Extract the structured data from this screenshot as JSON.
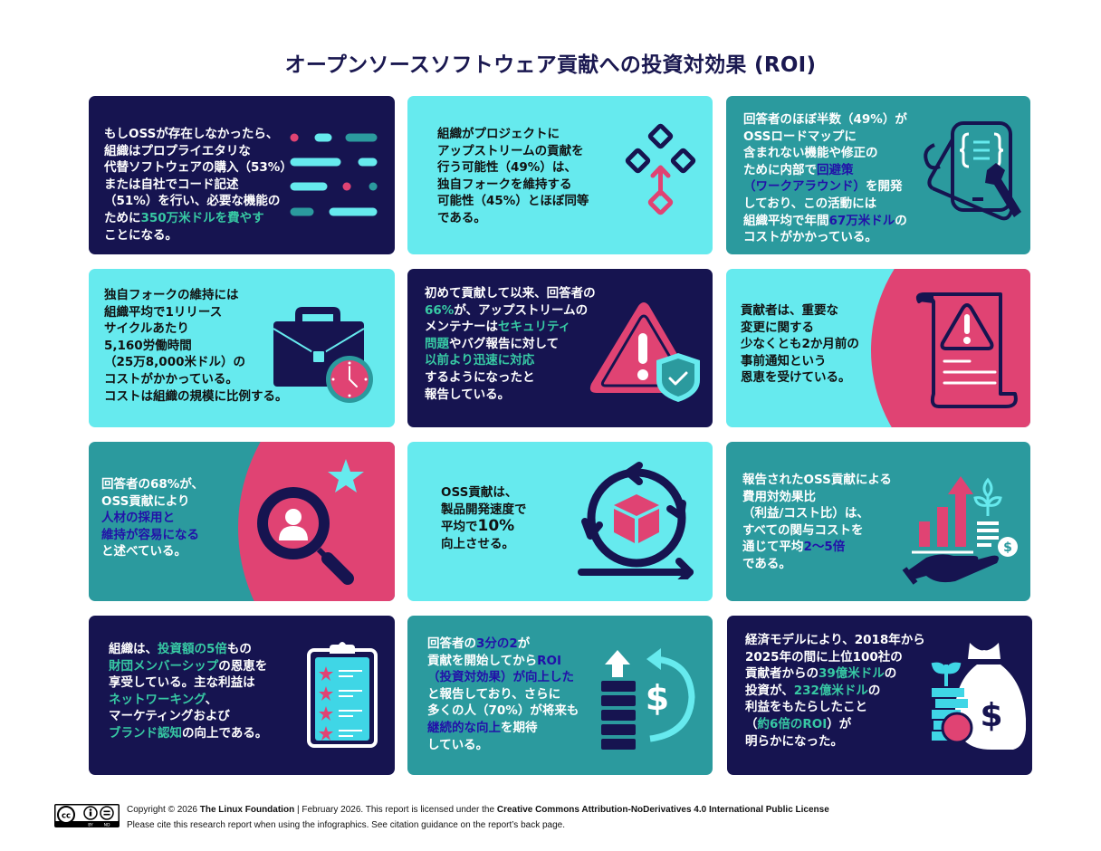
{
  "title": "オープンソースソフトウェア貢献への投資対効果 (ROI)",
  "colors": {
    "navy": "#161450",
    "cyan": "#66eaee",
    "teal": "#2b9a9e",
    "pink": "#e04373",
    "green_highlight": "#37c9a4",
    "blue_highlight": "#2211a8"
  },
  "cards": [
    {
      "id": "proprietary-alternative",
      "bg": "navy",
      "icon": "code-dashes-icon",
      "lines": [
        [
          {
            "t": "もしOSSが存在しなかったら、"
          }
        ],
        [
          {
            "t": "組織はプロプライエタリな"
          }
        ],
        [
          {
            "t": "代替ソフトウェアの購入（53%）"
          }
        ],
        [
          {
            "t": "または自社でコード記述"
          }
        ],
        [
          {
            "t": "（51%）を行い、必要な機能の"
          }
        ],
        [
          {
            "t": "ために"
          },
          {
            "t": "350万米ドルを費やす",
            "hl": "green"
          }
        ],
        [
          {
            "t": "ことになる。"
          }
        ]
      ]
    },
    {
      "id": "upstream-vs-fork",
      "bg": "cyan",
      "icon": "upstream-diamonds-icon",
      "lines": [
        [
          {
            "t": "組織がプロジェクトに"
          }
        ],
        [
          {
            "t": "アップストリームの貢献を"
          }
        ],
        [
          {
            "t": "行う可能性（49%）は、"
          }
        ],
        [
          {
            "t": "独自フォークを維持する"
          }
        ],
        [
          {
            "t": "可能性（45%）とほぼ同等"
          }
        ],
        [
          {
            "t": "である。"
          }
        ]
      ]
    },
    {
      "id": "internal-workarounds",
      "bg": "teal",
      "icon": "tablet-wrench-icon",
      "lines": [
        [
          {
            "t": "回答者のほぼ半数（49%）が"
          }
        ],
        [
          {
            "t": "OSSロードマップに"
          }
        ],
        [
          {
            "t": "含まれない機能や修正の"
          }
        ],
        [
          {
            "t": "ために内部で"
          },
          {
            "t": "回避策",
            "hl": "blue"
          }
        ],
        [
          {
            "t": "（ワークアラウンド）",
            "hl": "blue"
          },
          {
            "t": "を開発"
          }
        ],
        [
          {
            "t": "しており、この活動には"
          }
        ],
        [
          {
            "t": "組織平均で年間"
          },
          {
            "t": "67万米ドル",
            "hl": "blue"
          },
          {
            "t": "の"
          }
        ],
        [
          {
            "t": "コストがかかっている。"
          }
        ]
      ]
    },
    {
      "id": "fork-maintenance-cost",
      "bg": "cyan",
      "icon": "briefcase-clock-icon",
      "lines": [
        [
          {
            "t": "独自フォークの維持には"
          }
        ],
        [
          {
            "t": "組織平均で1リリース"
          }
        ],
        [
          {
            "t": "サイクルあたり"
          }
        ],
        [
          {
            "t": "5,160労働時間"
          }
        ],
        [
          {
            "t": "（25万8,000米ドル）の"
          }
        ],
        [
          {
            "t": "コストがかかっている。"
          }
        ],
        [
          {
            "t": "コストは組織の規模に比例する。"
          }
        ]
      ]
    },
    {
      "id": "security-response",
      "bg": "navy",
      "icon": "warning-shield-icon",
      "lines": [
        [
          {
            "t": "初めて貢献して以来、回答者の"
          }
        ],
        [
          {
            "t": "66%",
            "hl": "green"
          },
          {
            "t": "が、アップストリームの"
          }
        ],
        [
          {
            "t": "メンテナーは"
          },
          {
            "t": "セキュリティ",
            "hl": "green"
          }
        ],
        [
          {
            "t": "問題",
            "hl": "green"
          },
          {
            "t": "やバグ報告に対して"
          }
        ],
        [
          {
            "t": "以前より迅速に対応",
            "hl": "green"
          }
        ],
        [
          {
            "t": "するようになったと"
          }
        ],
        [
          {
            "t": "報告している。"
          }
        ]
      ]
    },
    {
      "id": "advance-notice",
      "bg": "cyan",
      "icon": "warning-document-icon",
      "lines": [
        [
          {
            "t": "貢献者は、重要な"
          }
        ],
        [
          {
            "t": "変更に関する"
          }
        ],
        [
          {
            "t": "少なくとも2か月前の"
          }
        ],
        [
          {
            "t": "事前通知という"
          }
        ],
        [
          {
            "t": "恩恵を受けている。"
          }
        ]
      ]
    },
    {
      "id": "talent-hiring",
      "bg": "teal",
      "icon": "magnifier-person-icon",
      "lines": [
        [
          {
            "t": "回答者の68%が、"
          }
        ],
        [
          {
            "t": "OSS貢献により"
          }
        ],
        [
          {
            "t": "人材の採用と",
            "hl": "blue"
          }
        ],
        [
          {
            "t": "維持が容易になる",
            "hl": "blue"
          }
        ],
        [
          {
            "t": "と述べている。"
          }
        ]
      ]
    },
    {
      "id": "dev-velocity",
      "bg": "cyan",
      "icon": "cycle-cube-icon",
      "lines": [
        [
          {
            "t": "OSS貢献は、"
          }
        ],
        [
          {
            "t": "製品開発速度で"
          }
        ],
        [
          {
            "t": "平均で"
          },
          {
            "t": "10%",
            "big": true
          }
        ],
        [
          {
            "t": "向上させる。"
          }
        ]
      ]
    },
    {
      "id": "benefit-cost-ratio",
      "bg": "teal",
      "icon": "hand-growth-chart-icon",
      "lines": [
        [
          {
            "t": "報告されたOSS貢献による"
          }
        ],
        [
          {
            "t": "費用対効果比"
          }
        ],
        [
          {
            "t": "（利益/コスト比）は、"
          }
        ],
        [
          {
            "t": "すべての関与コストを"
          }
        ],
        [
          {
            "t": "通じて平均"
          },
          {
            "t": "2〜5倍",
            "hl": "blue"
          }
        ],
        [
          {
            "t": "である。"
          }
        ]
      ]
    },
    {
      "id": "foundation-membership",
      "bg": "navy",
      "icon": "clipboard-stars-icon",
      "lines": [
        [
          {
            "t": "組織は、"
          },
          {
            "t": "投資額の5倍",
            "hl": "green"
          },
          {
            "t": "もの"
          }
        ],
        [
          {
            "t": "財団メンバーシップ",
            "hl": "green"
          },
          {
            "t": "の恩恵を"
          }
        ],
        [
          {
            "t": "享受している。主な利益は"
          }
        ],
        [
          {
            "t": "ネットワーキング",
            "hl": "green"
          },
          {
            "t": "、"
          }
        ],
        [
          {
            "t": "マーケティングおよび"
          }
        ],
        [
          {
            "t": "ブランド認知",
            "hl": "green"
          },
          {
            "t": "の向上である。"
          }
        ]
      ]
    },
    {
      "id": "roi-improvement",
      "bg": "teal",
      "icon": "stack-dollar-cycle-icon",
      "lines": [
        [
          {
            "t": "回答者の"
          },
          {
            "t": "3分の2",
            "hl": "blue"
          },
          {
            "t": "が"
          }
        ],
        [
          {
            "t": "貢献を開始してから"
          },
          {
            "t": "ROI",
            "hl": "blue"
          }
        ],
        [
          {
            "t": "（投資対効果）が向上した",
            "hl": "blue"
          }
        ],
        [
          {
            "t": "と報告しており、さらに"
          }
        ],
        [
          {
            "t": "多くの人（70%）が将来も"
          }
        ],
        [
          {
            "t": "継続的な向上",
            "hl": "blue"
          },
          {
            "t": "を期待"
          }
        ],
        [
          {
            "t": "している。"
          }
        ]
      ]
    },
    {
      "id": "economic-model",
      "bg": "navy",
      "icon": "money-bag-coins-icon",
      "lines": [
        [
          {
            "t": "経済モデルにより、2018年から"
          }
        ],
        [
          {
            "t": "2025年の間に上位100社の"
          }
        ],
        [
          {
            "t": "貢献者からの"
          },
          {
            "t": "39億米ドル",
            "hl": "green"
          },
          {
            "t": "の"
          }
        ],
        [
          {
            "t": "投資が、"
          },
          {
            "t": "232億米ドル",
            "hl": "green"
          },
          {
            "t": "の"
          }
        ],
        [
          {
            "t": "利益をもたらしたこと"
          }
        ],
        [
          {
            "t": "（"
          },
          {
            "t": "約6倍のROI",
            "hl": "green"
          },
          {
            "t": "）が"
          }
        ],
        [
          {
            "t": "明らかになった。"
          }
        ]
      ]
    }
  ],
  "footer": {
    "license_badge": "cc-by-nd-icon",
    "badge_labels": [
      "BY",
      "ND"
    ],
    "line1_pre": "Copyright © 2026 ",
    "line1_org": "The Linux Foundation",
    "line1_mid": " | February 2026. This report is licensed under the ",
    "line1_license": "Creative Commons Attribution-NoDerivatives 4.0 International Public License",
    "line2": "Please cite this research report when using the infographics. See citation guidance on the report’s back page."
  }
}
